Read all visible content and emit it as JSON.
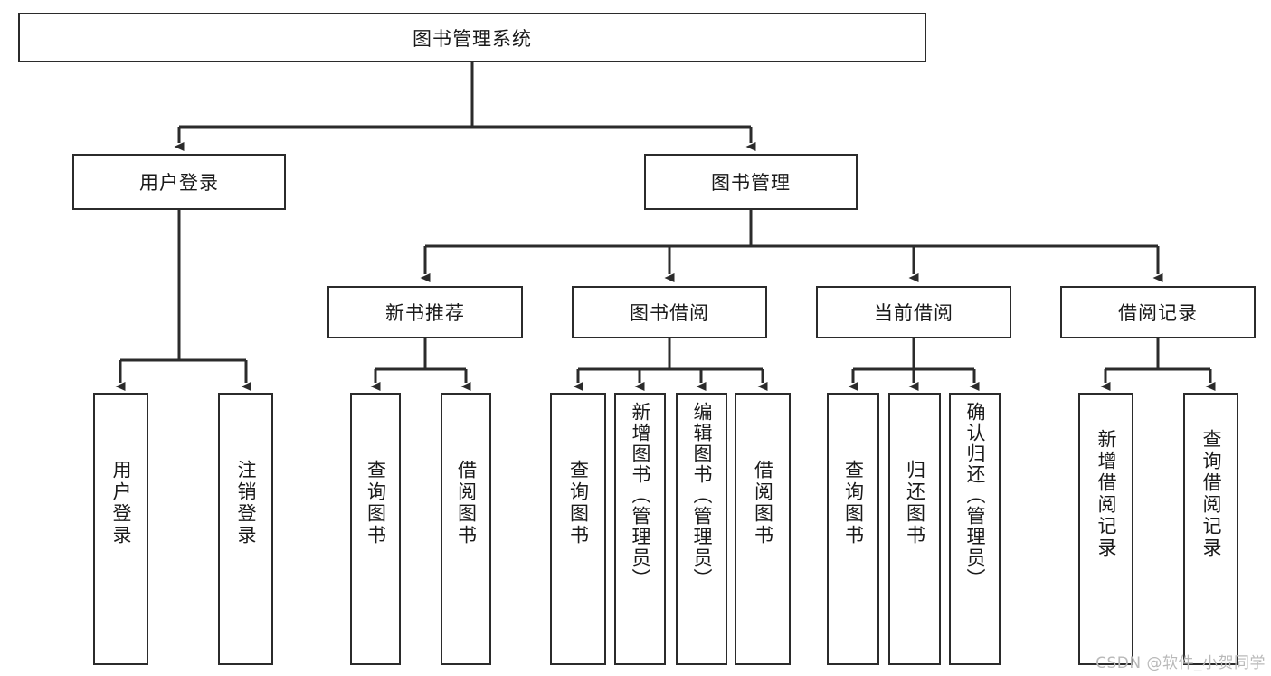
{
  "diagram": {
    "type": "tree-hierarchy",
    "title": "图书管理系统",
    "root": {
      "label": "图书管理系统"
    },
    "level2": [
      {
        "label": "用户登录"
      },
      {
        "label": "图书管理"
      }
    ],
    "level3": [
      {
        "label": "新书推荐"
      },
      {
        "label": "图书借阅"
      },
      {
        "label": "当前借阅"
      },
      {
        "label": "借阅记录"
      }
    ],
    "leaves": {
      "user_login": [
        {
          "label": "用户登录"
        },
        {
          "label": "注销登录"
        }
      ],
      "new_book_recommend": [
        {
          "label": "查询图书"
        },
        {
          "label": "借阅图书"
        }
      ],
      "book_borrow": [
        {
          "label": "查询图书"
        },
        {
          "label": "新增图书（管理员）"
        },
        {
          "label": "编辑图书（管理员）"
        },
        {
          "label": "借阅图书"
        }
      ],
      "current_borrow": [
        {
          "label": "查询图书"
        },
        {
          "label": "归还图书"
        },
        {
          "label": "确认归还（管理员）"
        }
      ],
      "borrow_record": [
        {
          "label": "新增借阅记录"
        },
        {
          "label": "查询借阅记录"
        }
      ]
    },
    "watermark": "CSDN @软件_小贺同学",
    "colors": {
      "stroke": "#2b2b2b",
      "fill": "#ffffff",
      "text": "#1a1a1a",
      "watermark": "#b9b9b9"
    }
  }
}
